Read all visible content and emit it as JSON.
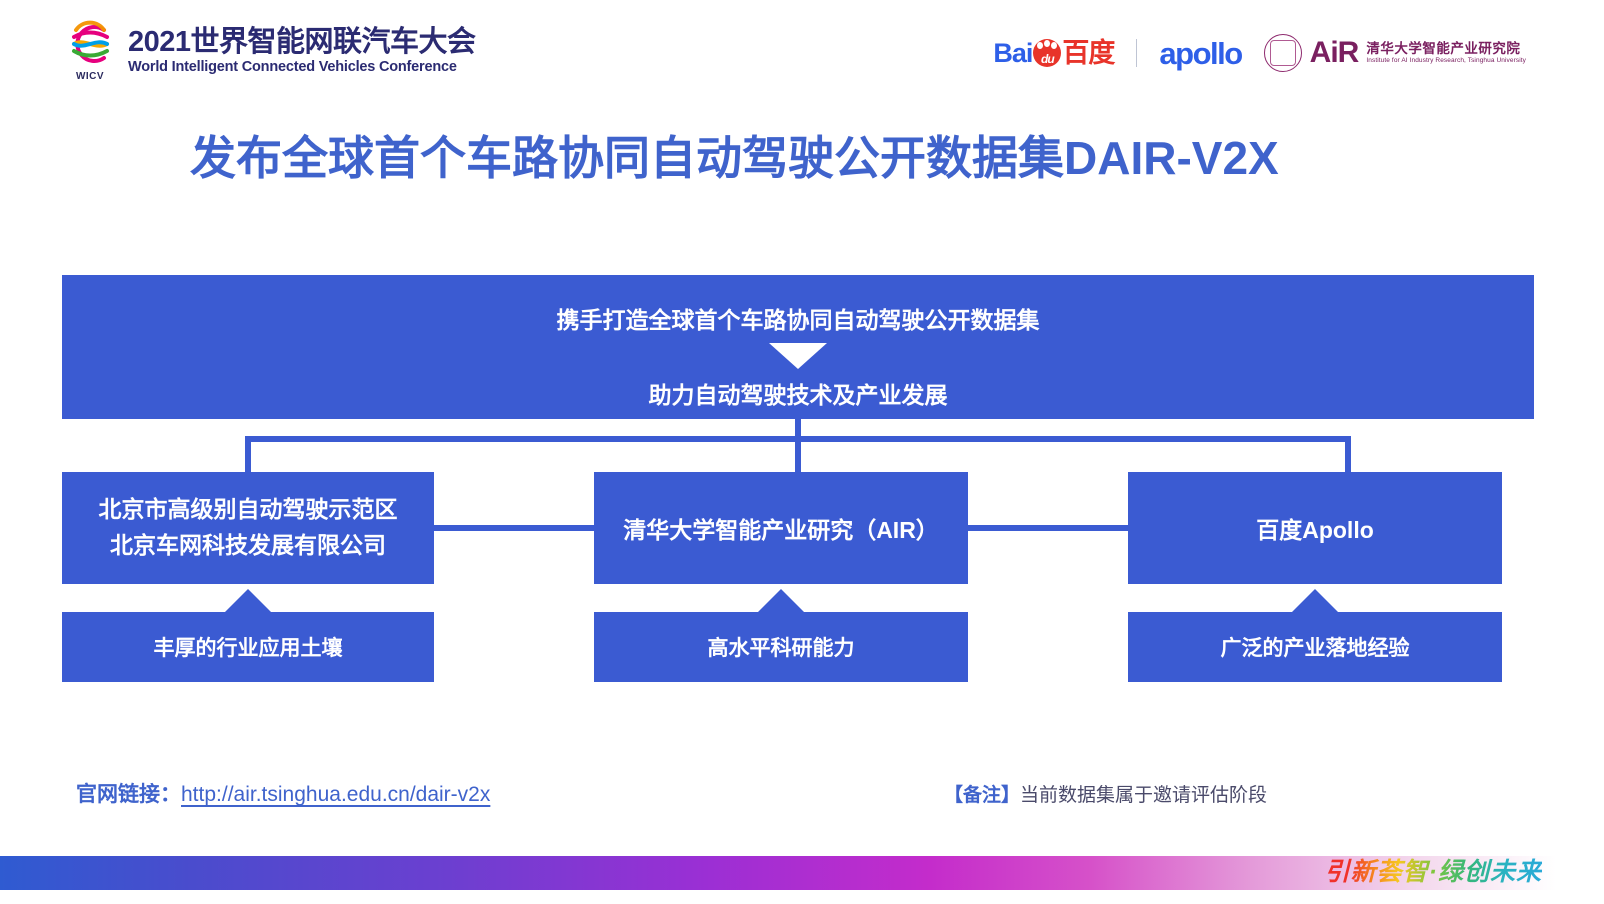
{
  "header": {
    "wicv": {
      "logo_icon": "wicv-ring-icon",
      "logo_caption": "WICV",
      "title_cn": "2021世界智能网联汽车大会",
      "title_en": "World Intelligent Connected Vehicles Conference"
    },
    "partners": {
      "baidu": {
        "latin": "Bai",
        "paw_text": "du",
        "cn": "百度"
      },
      "apollo": "apollo",
      "air": {
        "seal_icon": "tsinghua-seal-icon",
        "wordmark": "AiR",
        "name_cn": "清华大学智能产业研究院",
        "name_en": "Institute for AI Industry Research, Tsinghua University"
      }
    }
  },
  "slide": {
    "title": "发布全球首个车路协同自动驾驶公开数据集DAIR-V2X"
  },
  "diagram": {
    "top_box": {
      "line1": "携手打造全球首个车路协同自动驾驶公开数据集",
      "arrow_icon": "down-triangle-icon",
      "line2": "助力自动驾驶技术及产业发展"
    },
    "partners_row": [
      {
        "line1": "北京市高级别自动驾驶示范区",
        "line2": "北京车网科技发展有限公司"
      },
      {
        "line1": "清华大学智能产业研究（AIR）",
        "line2": ""
      },
      {
        "line1": "百度Apollo",
        "line2": ""
      }
    ],
    "strengths_row": [
      {
        "label": "丰厚的行业应用土壤"
      },
      {
        "label": "高水平科研能力"
      },
      {
        "label": "广泛的产业落地经验"
      }
    ],
    "arrow_icon": "up-triangle-icon"
  },
  "footer": {
    "link_label": "官网链接：",
    "link_url": "http://air.tsinghua.edu.cn/dair-v2x",
    "note_tag": "【备注】",
    "note_text": "当前数据集属于邀请评估阶段",
    "slogan": "引新荟智·绿创未来"
  },
  "colors": {
    "brand_blue": "#3b5bd2",
    "title_blue": "#3f63cc",
    "baidu_red": "#e8342a",
    "baidu_blue": "#2e5fe8",
    "air_purple": "#7a2060",
    "bar_start": "#2f5bd1",
    "bar_mid": "#c42ccb",
    "bar_end": "#ffffff"
  }
}
